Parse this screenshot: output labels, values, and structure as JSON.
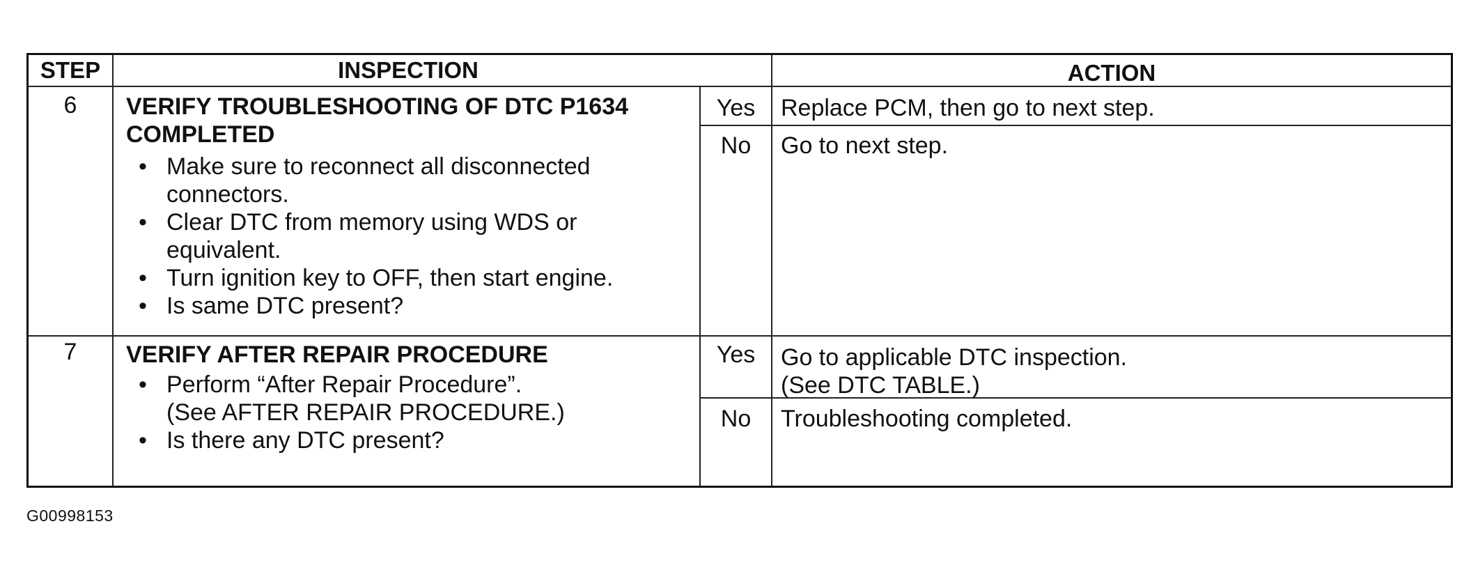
{
  "table": {
    "headers": {
      "step": "STEP",
      "inspection": "INSPECTION",
      "action": "ACTION"
    },
    "rows": [
      {
        "step": "6",
        "title_line1": "VERIFY TROUBLESHOOTING OF DTC P1634",
        "title_line2": "COMPLETED",
        "bullets": [
          "Make sure to reconnect all disconnected connectors.",
          "Clear DTC from memory using WDS or equivalent.",
          "Turn ignition key to OFF, then start engine.",
          "Is same DTC present?"
        ],
        "yes_label": "Yes",
        "yes_action": "Replace PCM, then go to next step.",
        "no_label": "No",
        "no_action": "Go to next step."
      },
      {
        "step": "7",
        "title": "VERIFY AFTER REPAIR PROCEDURE",
        "bullet1_line1": "Perform “After Repair Procedure”.",
        "bullet1_line2": "(See AFTER REPAIR PROCEDURE.)",
        "bullet2": "Is there any DTC present?",
        "yes_label": "Yes",
        "yes_action_line1": "Go to applicable DTC inspection.",
        "yes_action_line2": "(See DTC TABLE.)",
        "no_label": "No",
        "no_action": "Troubleshooting completed."
      }
    ]
  },
  "figure_code": "G00998153"
}
